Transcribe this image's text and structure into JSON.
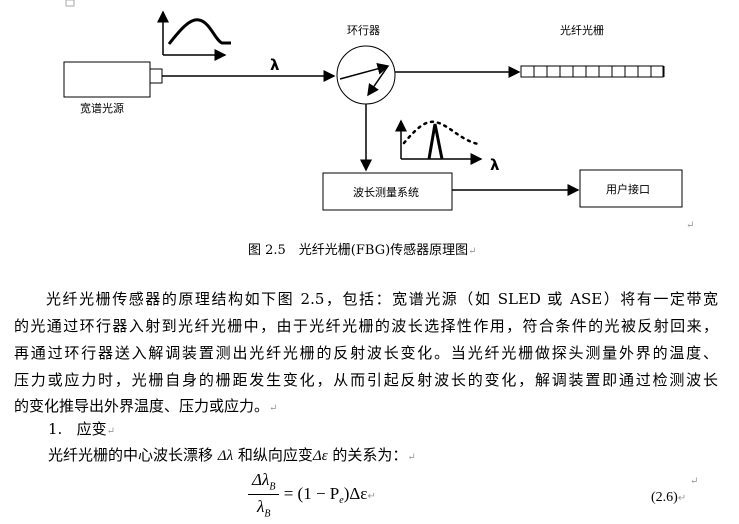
{
  "diagram": {
    "source_label": "宽谱光源",
    "circulator_label": "环行器",
    "grating_label": "光纤光栅",
    "measure_label": "波长测量系统",
    "user_label": "用户接口",
    "lambda1": "λ",
    "lambda2": "λ"
  },
  "caption": "图 2.5　光纤光栅(FBG)传感器原理图",
  "paragraph": [
    "光纤光栅传感器的原理结构如下图 2.5，包括：宽谱光源（如 SLED 或 ASE）将有一定带宽",
    "的光通过环行器入射到光纤光栅中，由于光纤光栅的波长选择性作用，符合条件的光被反射回来，",
    "再通过环行器送入解调装置测出光纤光栅的反射波长变化。当光纤光栅做探头测量外界的温度、",
    "压力或应力时，光栅自身的栅距发生变化，从而引起反射波长的变化，解调装置即通过检测波长",
    "的变化推导出外界温度、压力或应力。"
  ],
  "section": {
    "number": "1.",
    "title": "应变"
  },
  "relation": {
    "prefix": "光纤光栅的中心波长漂移",
    "dl": "Δλ",
    "mid": "和纵向应变",
    "de": "Δε",
    "suffix": "的关系为："
  },
  "equation": {
    "num": "Δλ",
    "num_sub": "B",
    "den": "λ",
    "den_sub": "B",
    "rhs": "= (1 − P",
    "rhs_sub": "e",
    "rhs_end": ")Δε",
    "number": "(2.6)"
  },
  "para_mark": "↵"
}
